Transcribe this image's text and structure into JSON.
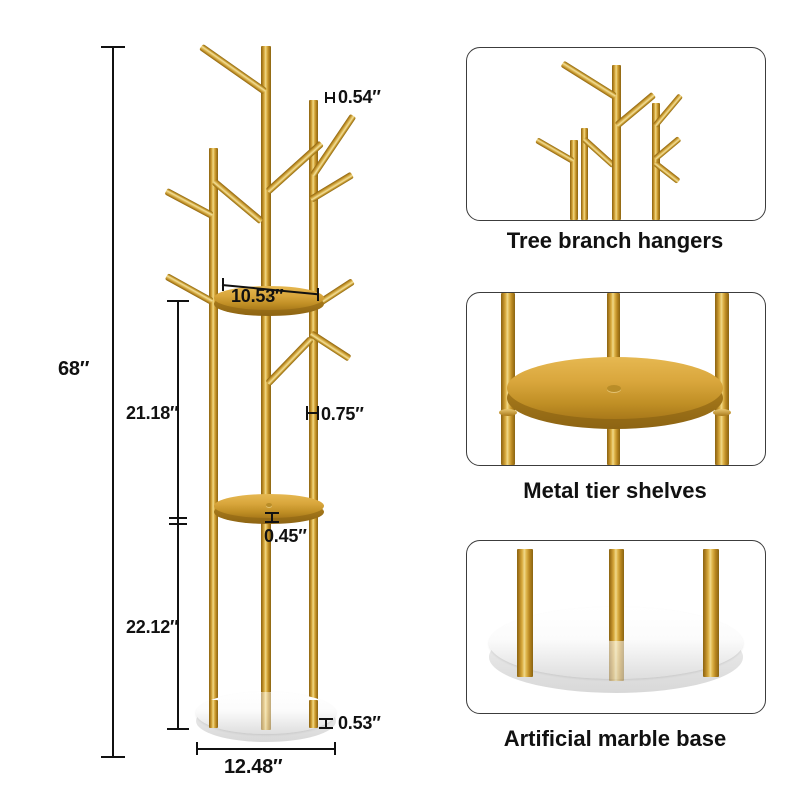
{
  "product": {
    "type": "coat-rack-dimension-diagram",
    "overall_height": "68″"
  },
  "dimensions": {
    "overall_height": "68″",
    "branch_diameter": "0.54″",
    "upper_shelf_diameter": "10.53″",
    "upper_segment_height": "21.18″",
    "pole_diameter": "0.75″",
    "shelf_thickness": "0.45″",
    "lower_segment_height": "22.12″",
    "base_thickness": "0.53″",
    "base_diameter": "12.48″"
  },
  "features": [
    {
      "id": "tree-branch-hangers",
      "label": "Tree branch hangers"
    },
    {
      "id": "metal-tier-shelves",
      "label": "Metal tier shelves"
    },
    {
      "id": "artificial-marble-base",
      "label": "Artificial marble base"
    }
  ],
  "colors": {
    "gold_light": "#f0d98a",
    "gold_mid": "#d9a63c",
    "gold_dark": "#8a6412",
    "marble_white": "#ffffff",
    "line": "#111111",
    "card_border": "#3c3c3c",
    "background": "#ffffff"
  }
}
